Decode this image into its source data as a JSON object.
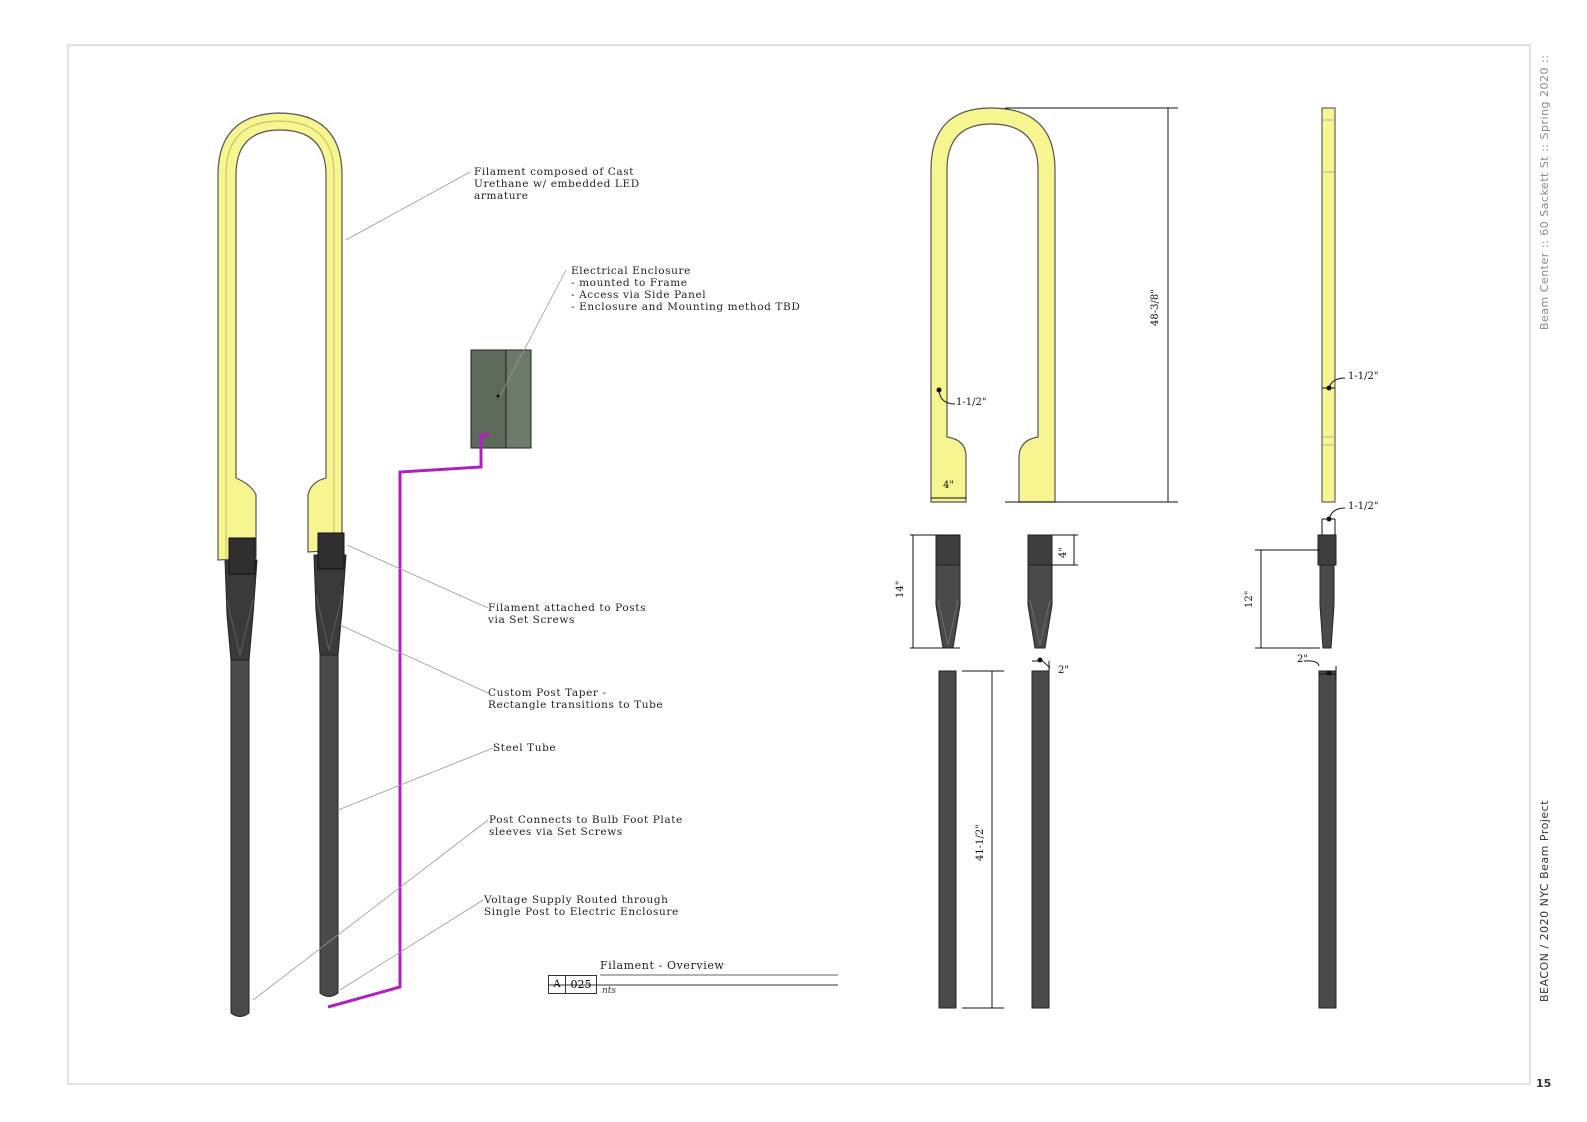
{
  "sidebar": {
    "top_text": "Beam Center  ::  60 Sackett St  ::  Spring 2020  ::",
    "bottom_text": "BEACON / 2020 NYC Beam Project",
    "page_number": "15"
  },
  "callouts": {
    "filament": "Filament composed of Cast\nUrethane w/ embedded LED\narmature",
    "enclosure": "Electrical Enclosure\n- mounted to Frame\n- Access via Side Panel\n- Enclosure and Mounting method TBD",
    "attached": "Filament attached to Posts\nvia Set Screws",
    "taper": "Custom Post Taper -\nRectangle transitions to Tube",
    "tube": "Steel Tube",
    "foot": "Post Connects to Bulb Foot Plate\nsleeves via Set Screws",
    "voltage": "Voltage Supply Routed through\nSingle Post to Electric Enclosure"
  },
  "title_block": {
    "title": "Filament - Overview",
    "sheet_letter": "A",
    "sheet_number": "025",
    "scale": "nts"
  },
  "dimensions": {
    "height_48": "48-3/8\"",
    "front_thickness": "1-1/2\"",
    "width_4": "4\"",
    "side_thickness_upper": "1-1/2\"",
    "side_thickness_lower": "1-1/2\"",
    "post_14": "14\"",
    "post_4": "4\"",
    "post_12": "12\"",
    "tube_2_front": "2\"",
    "tube_2_side": "2\"",
    "tube_41": "41-1/2\""
  },
  "colors": {
    "filament_yellow": "#f6f58f",
    "post_dark": "#4a4a4a",
    "enclosure": "#6e7a6a",
    "conduit_magenta": "#b020c0",
    "frame_border": "#cccccc"
  }
}
